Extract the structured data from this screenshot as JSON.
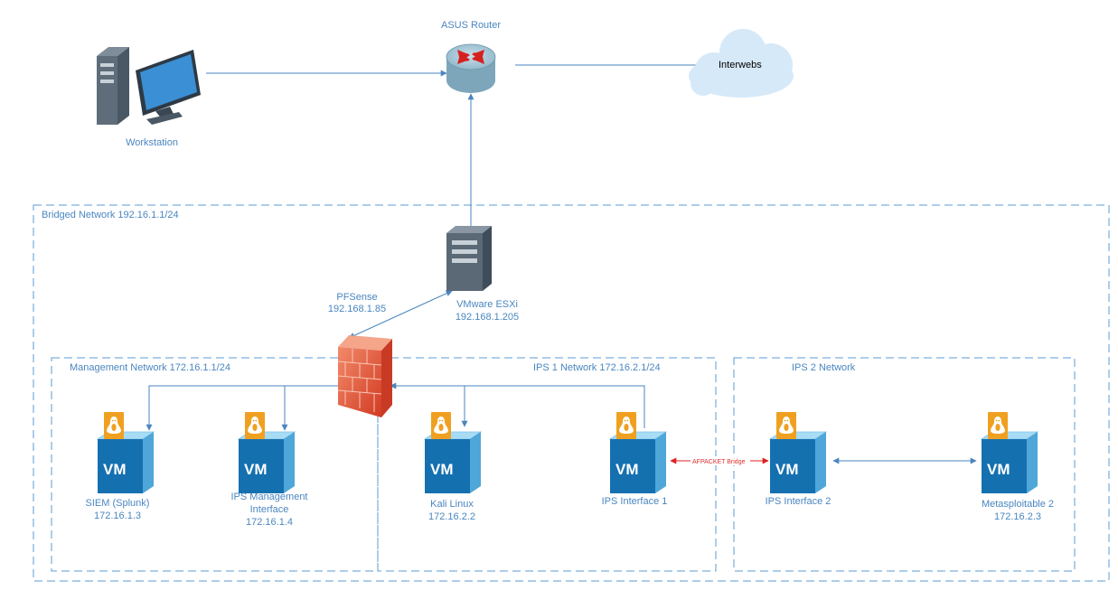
{
  "nodes": {
    "router": {
      "label": "ASUS Router",
      "icon": "router-icon"
    },
    "internet": {
      "label": "Interwebs",
      "icon": "cloud-icon"
    },
    "workstation": {
      "label": "Workstation",
      "icon": "workstation-icon"
    },
    "esxi": {
      "name": "VMware ESXi",
      "ip": "192.168.1.205",
      "icon": "server-icon"
    },
    "pfsense": {
      "name": "PFSense",
      "ip": "192.168.1.85",
      "icon": "firewall-icon"
    },
    "siem": {
      "name": "SIEM (Splunk)",
      "ip": "172.16.1.3",
      "icon": "vm-icon"
    },
    "ips_mgmt": {
      "name_line1": "IPS Management",
      "name_line2": "Interface",
      "ip": "172.16.1.4",
      "icon": "vm-icon"
    },
    "kali": {
      "name": "Kali Linux",
      "ip": "172.16.2.2",
      "icon": "vm-icon"
    },
    "ips_if1": {
      "name": "IPS Interface 1",
      "icon": "vm-icon"
    },
    "ips_if2": {
      "name": "IPS Interface 2",
      "icon": "vm-icon"
    },
    "metasploitable": {
      "name": "Metasploitable 2",
      "ip": "172.16.2.3",
      "icon": "vm-icon"
    }
  },
  "networks": {
    "bridged": "Bridged Network 192.16.1.1/24",
    "management": "Management Network 172.16.1.1/24",
    "ips1": "IPS 1 Network 172.16.2.1/24",
    "ips2": "IPS 2 Network"
  },
  "links": {
    "bridge_label": "AFPACKET Bridge"
  },
  "vm_text": "VM",
  "colors": {
    "line": "#4a86c0",
    "label": "#4a86c0",
    "bridge": "#e02020",
    "vm_front": "#1570b0",
    "vm_top": "#a8dcf5",
    "vm_side": "#4fa6d8",
    "tux_tag": "#f0a020",
    "firewall": "#e8553a",
    "router": "#8fb6c9",
    "cloud": "#d6e9f8"
  }
}
